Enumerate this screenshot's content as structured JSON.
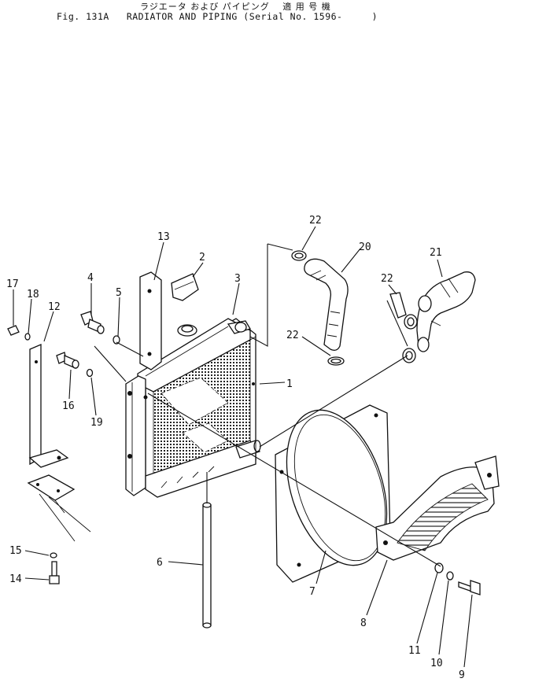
{
  "header": {
    "japanese_title": "ラジエータ および パイピング　 適 用 号 機",
    "figure_number": "Fig. 131A",
    "title": "RADIATOR AND PIPING (Serial No. 1596-     )"
  },
  "callouts": [
    "1",
    "2",
    "3",
    "4",
    "5",
    "6",
    "7",
    "8",
    "9",
    "10",
    "11",
    "12",
    "13",
    "14",
    "15",
    "16",
    "17",
    "18",
    "19",
    "20",
    "21",
    "22"
  ]
}
